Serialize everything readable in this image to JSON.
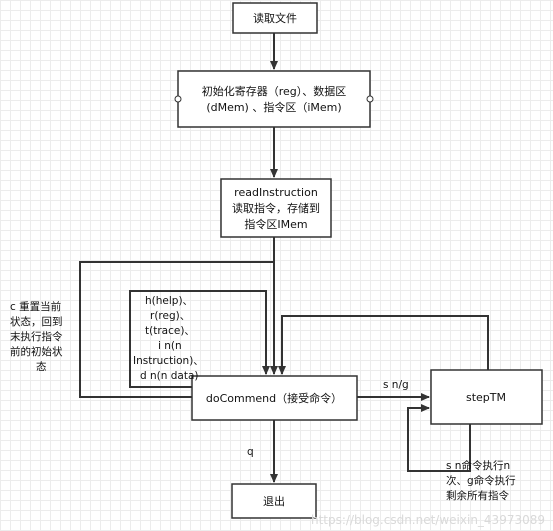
{
  "nodes": {
    "read_file": "读取文件",
    "init": [
      "初始化寄存器（reg）、数据区",
      "(dMem) 、指令区（iMem)"
    ],
    "read_instruction": [
      "readInstruction",
      "读取指令，存储到",
      "指令区IMem"
    ],
    "do_command": "doCommend（接受命令）",
    "step_tm": "stepTM",
    "exit": "退出"
  },
  "labels": {
    "reset": [
      "c 重置当前",
      "状态，回到",
      "末执行指令",
      "前的初始状",
      "态"
    ],
    "commands": [
      "h(help)、",
      "r(reg)、",
      "t(trace)、",
      "i n(n",
      "Instruction)、",
      "d n(n data)"
    ],
    "sng": "s n/g",
    "q": "q",
    "step_note": [
      "s n命令执行n",
      "次、g命令执行",
      "剩余所有指令"
    ]
  },
  "watermark": "https://blog.csdn.net/weixin_43973089"
}
